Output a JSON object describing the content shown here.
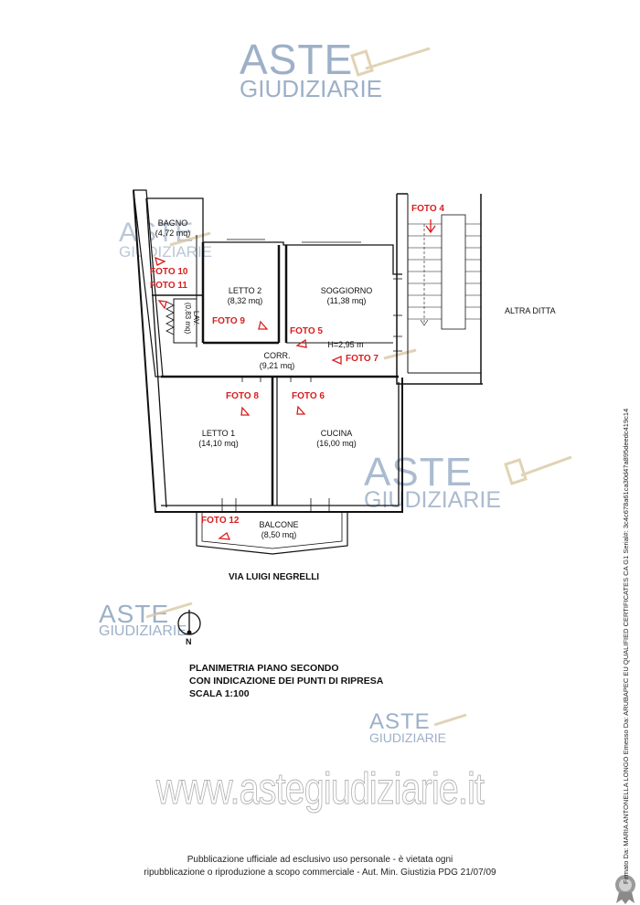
{
  "watermark": {
    "line1": "ASTE",
    "line2": "GIUDIZIARIE"
  },
  "rooms": {
    "bagno": {
      "name": "BAGNO",
      "area": "(4,72 mq)"
    },
    "letto2": {
      "name": "LETTO 2",
      "area": "(8,32 mq)"
    },
    "soggiorno": {
      "name": "SOGGIORNO",
      "area": "(11,38 mq)"
    },
    "lav": {
      "name": "LAV.",
      "area": "(0,83 mq)"
    },
    "corr": {
      "name": "CORR.",
      "area": "(9,21 mq)"
    },
    "height": "H=2,95 m",
    "letto1": {
      "name": "LETTO 1",
      "area": "(14,10 mq)"
    },
    "cucina": {
      "name": "CUCINA",
      "area": "(16,00 mq)"
    },
    "balcone": {
      "name": "BALCONE",
      "area": "(8,50 mq)"
    }
  },
  "photos": {
    "f4": "FOTO 4",
    "f10": "FOTO 10",
    "f11": "FOTO 11",
    "f9": "FOTO 9",
    "f5": "FOTO 5",
    "f7": "FOTO 7",
    "f8": "FOTO 8",
    "f6": "FOTO 6",
    "f12": "FOTO 12"
  },
  "labels": {
    "altra_ditta": "ALTRA DITTA",
    "via": "VIA LUIGI NEGRELLI",
    "north": "N"
  },
  "title": {
    "line1": "PLANIMETRIA  PIANO SECONDO",
    "line2": "CON INDICAZIONE DEI PUNTI DI RIPRESA",
    "line3": "SCALA 1:100"
  },
  "site": "www.astegiudiziarie.it",
  "footer": {
    "line1": "Pubblicazione ufficiale ad esclusivo uso personale - è vietata ogni",
    "line2": "ripubblicazione o riproduzione a scopo commerciale - Aut. Min. Giustizia PDG 21/07/09"
  },
  "signature": "Firmato Da: MARIA ANTONELLA LONGO Emesso Da: ARUBAPEC EU QUALIFIED CERTIFICATES CA G1 Serial#: 3c4c678a61ca30d47a895deedc419c14",
  "colors": {
    "red": "#d81e1e",
    "watermark": "#9db0c8"
  }
}
